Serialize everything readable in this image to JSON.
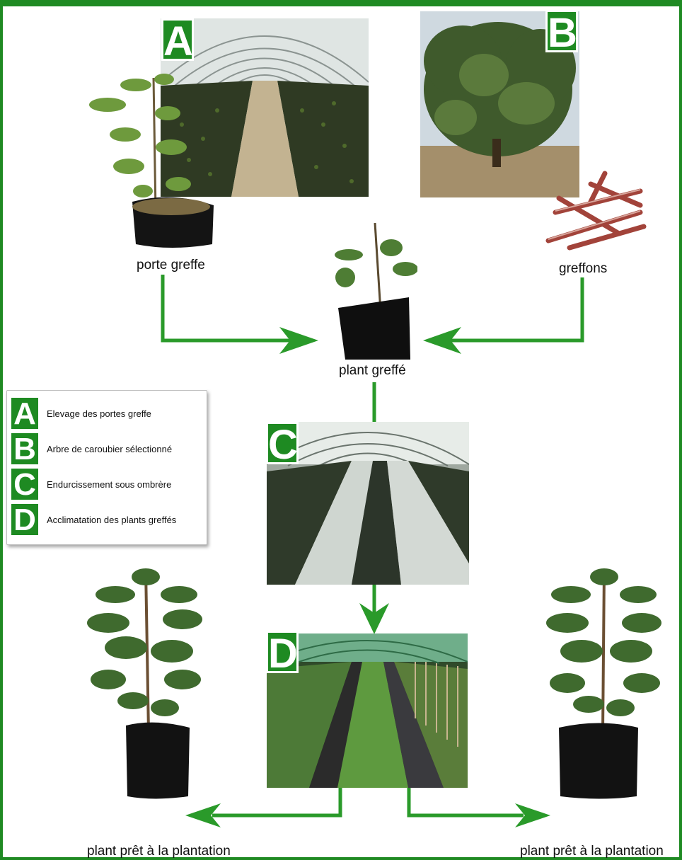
{
  "photos": {
    "a": {
      "letter": "A"
    },
    "b": {
      "letter": "B"
    },
    "c": {
      "letter": "C"
    },
    "d": {
      "letter": "D"
    }
  },
  "captions": {
    "rootstock": "porte greffe",
    "scions": "greffons",
    "grafted_plant": "plant greffé",
    "ready_left": "plant prêt à la plantation",
    "ready_right": "plant prêt à la plantation"
  },
  "legend": {
    "items": [
      {
        "letter": "A",
        "text": "Elevage des portes greffe"
      },
      {
        "letter": "B",
        "text": "Arbre de caroubier sélectionné"
      },
      {
        "letter": "C",
        "text": "Endurcissement sous ombrère"
      },
      {
        "letter": "D",
        "text": "Acclimatation des plants greffés"
      }
    ]
  },
  "colors": {
    "arrow": "#2a9a2a",
    "frame": "#1f8a23",
    "badge": "#1e8a22"
  },
  "icons": [
    "seedling-icon",
    "scions-icon",
    "tree-icon",
    "greenhouse-icon"
  ]
}
